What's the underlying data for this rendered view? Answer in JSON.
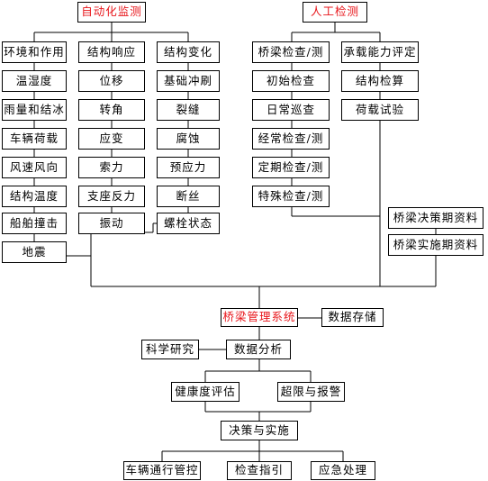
{
  "diagram": {
    "auto_monitoring": {
      "title": "自动化监测",
      "groups": {
        "environment": [
          "环境和作用",
          "温湿度",
          "雨量和结冰",
          "车辆荷载",
          "风速风向",
          "结构温度",
          "船舶撞击",
          "地震"
        ],
        "response": [
          "结构响应",
          "位移",
          "转角",
          "应变",
          "索力",
          "支座反力",
          "振动"
        ],
        "structural_change": [
          "结构变化",
          "基础冲刷",
          "裂缝",
          "腐蚀",
          "预应力",
          "断丝",
          "螺栓状态"
        ]
      }
    },
    "manual_inspection": {
      "title": "人工检测",
      "inspection": [
        "桥梁检查/测",
        "初始检查",
        "日常巡查",
        "经常检查/测",
        "定期检查/测",
        "特殊检查/测"
      ],
      "capacity": [
        "承载能力评定",
        "结构检算",
        "荷载试验"
      ]
    },
    "documents": [
      "桥梁决策期资料",
      "桥梁实施期资料"
    ],
    "management_system": "桥梁管理系统",
    "data_storage": "数据存储",
    "scientific_research": "科学研究",
    "data_analysis": "数据分析",
    "health_assessment": "健康度评估",
    "over_limit_alarm": "超限与报警",
    "decision": "决策与实施",
    "outputs": [
      "车辆通行管控",
      "检查指引",
      "应急处理"
    ],
    "colors": {
      "title_red": "#e8161b",
      "line": "#000000"
    }
  }
}
